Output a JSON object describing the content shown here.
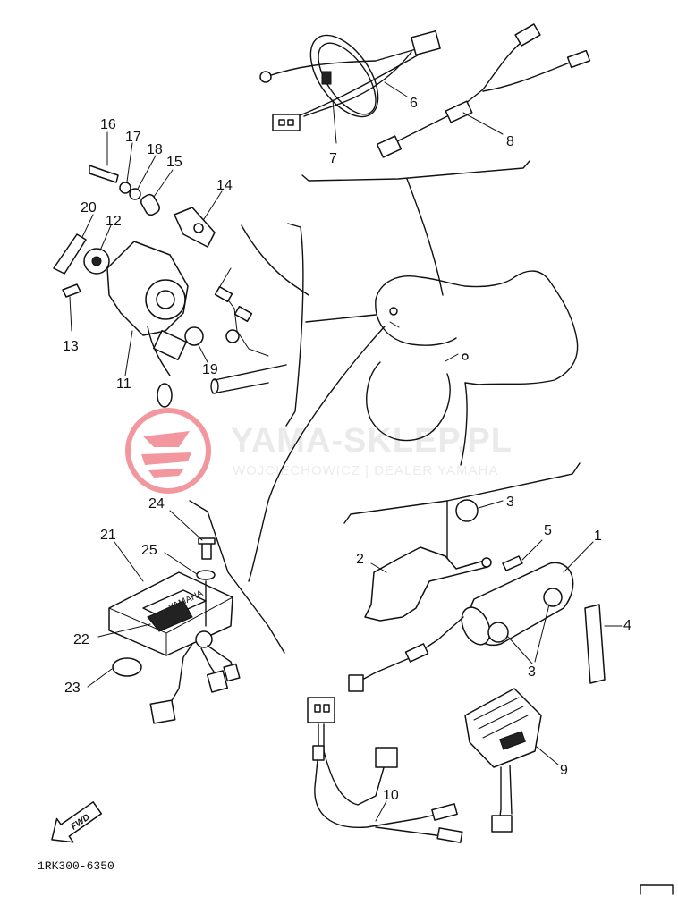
{
  "diagram": {
    "callouts": {
      "c1": "1",
      "c2": "2",
      "c3a": "3",
      "c3b": "3",
      "c4": "4",
      "c5": "5",
      "c6": "6",
      "c7": "7",
      "c8": "8",
      "c9": "9",
      "c10": "10",
      "c11": "11",
      "c12": "12",
      "c13": "13",
      "c14": "14",
      "c15": "15",
      "c16": "16",
      "c17": "17",
      "c18": "18",
      "c19": "19",
      "c20": "20",
      "c21": "21",
      "c22": "22",
      "c23": "23",
      "c24": "24",
      "c25": "25"
    },
    "ecu_brand": "YAMAHA",
    "fwd_label": "FWD",
    "drawing_code": "1RK300-6350",
    "watermark": {
      "title": "YAMA-SKLEP.PL",
      "subtitle": "WOJCIECHOWICZ | DEALER YAMAHA",
      "logo_color": "#e8434f",
      "text_color": "#d9d9d9"
    }
  }
}
